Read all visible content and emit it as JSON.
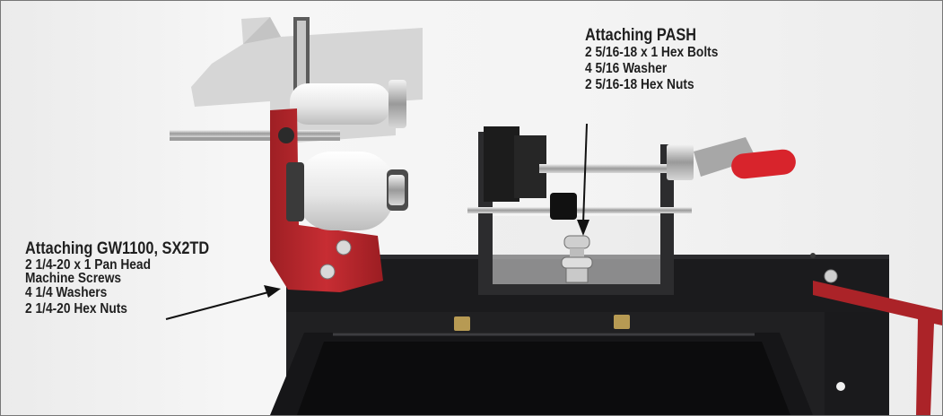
{
  "callouts": {
    "pash": {
      "title": "Attaching PASH",
      "lines": [
        "2  5/16-18 x 1 Hex Bolts",
        "4  5/16 Washer",
        "2  5/16-18 Hex Nuts"
      ]
    },
    "gw1100": {
      "title": "Attaching GW1100, SX2TD",
      "lines": [
        "2  1/4-20 x 1 Pan Head",
        "Machine Screws",
        "4  1/4 Washers",
        "2  1/4-20 Hex Nuts"
      ]
    }
  },
  "colors": {
    "background": "#f2f2f2",
    "black_base": "#1c1c1e",
    "red_bracket": "#b3262c",
    "roller_white": "#e9e9e9",
    "handle_red": "#d8242c",
    "text": "#1f1f1f"
  }
}
